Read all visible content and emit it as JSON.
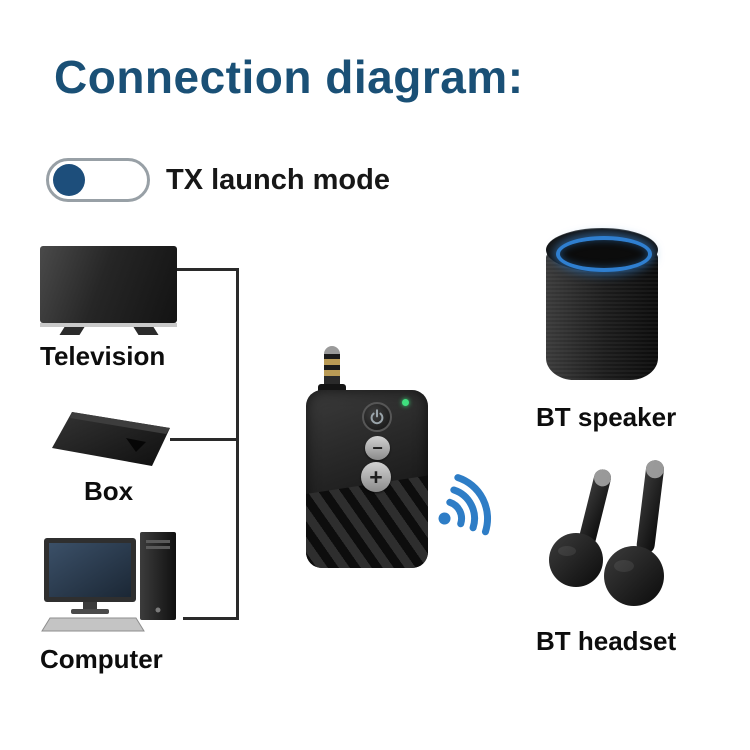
{
  "page": {
    "title": "Connection diagram:"
  },
  "mode_toggle": {
    "label": "TX launch mode",
    "state": "left-on"
  },
  "sources": [
    {
      "label": "Television"
    },
    {
      "label": "Box"
    },
    {
      "label": "Computer"
    }
  ],
  "transmitter": {
    "minus_glyph": "−",
    "plus_glyph": "+",
    "led_color": "#3fe07e"
  },
  "receivers": [
    {
      "label": "BT speaker"
    },
    {
      "label": "BT headset"
    }
  ],
  "colors": {
    "title": "#1a5076",
    "toggle_knob": "#1d4e7b",
    "connector_line": "#2a2a2a",
    "wireless_signal": "#2e7dc6",
    "speaker_ring": "#2f7fd0"
  }
}
